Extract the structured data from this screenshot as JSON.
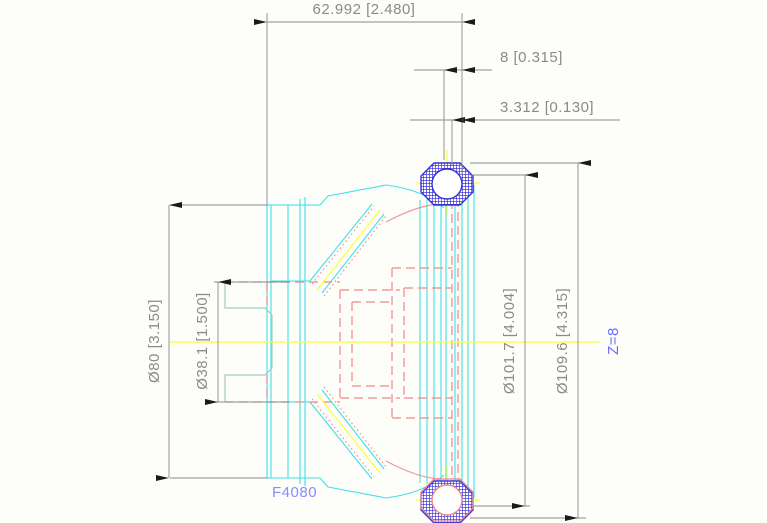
{
  "drawing": {
    "type": "cad-technical-drawing",
    "view": "sectioned side elevation of a pulley / sheave",
    "background_color": "#fdfdfa",
    "colors": {
      "dimension": "#8a8a8a",
      "outline": "#40e0e8",
      "hidden": "#f08888",
      "centerline": "#ffff33",
      "hatch": "#3a30d8",
      "annotation_blue": "#6a6aff",
      "bore_outline": "#a8c8c8"
    },
    "dimensions": {
      "horizontal": [
        {
          "id": "overall-length",
          "label": "62.992  [2.480]",
          "value_mm": "62.992",
          "value_in": "2.480"
        },
        {
          "id": "flange-thickness",
          "label": "8  [0.315]",
          "value_mm": "8",
          "value_in": "0.315"
        },
        {
          "id": "rim-offset",
          "label": "3.312  [0.130]",
          "value_mm": "3.312",
          "value_in": "0.130"
        }
      ],
      "vertical": [
        {
          "id": "outer-hub-diameter",
          "label": "Ø80  [3.150]",
          "value_mm": "80",
          "value_in": "3.150"
        },
        {
          "id": "bore-diameter",
          "label": "Ø38.1  [1.500]",
          "value_mm": "38.1",
          "value_in": "1.500"
        },
        {
          "id": "pitch-diameter",
          "label": "Ø101.7  [4.004]",
          "value_mm": "101.7",
          "value_in": "4.004"
        },
        {
          "id": "outside-diameter",
          "label": "Ø109.6  [4.315]",
          "value_mm": "109.6",
          "value_in": "4.315"
        }
      ]
    },
    "annotations": [
      {
        "id": "tooth-count",
        "label": "Z=8",
        "color": "#6a6aff",
        "rotated": true
      },
      {
        "id": "part-number",
        "label": "F4080",
        "color": "#8a8aff",
        "rotated": false
      }
    ]
  }
}
